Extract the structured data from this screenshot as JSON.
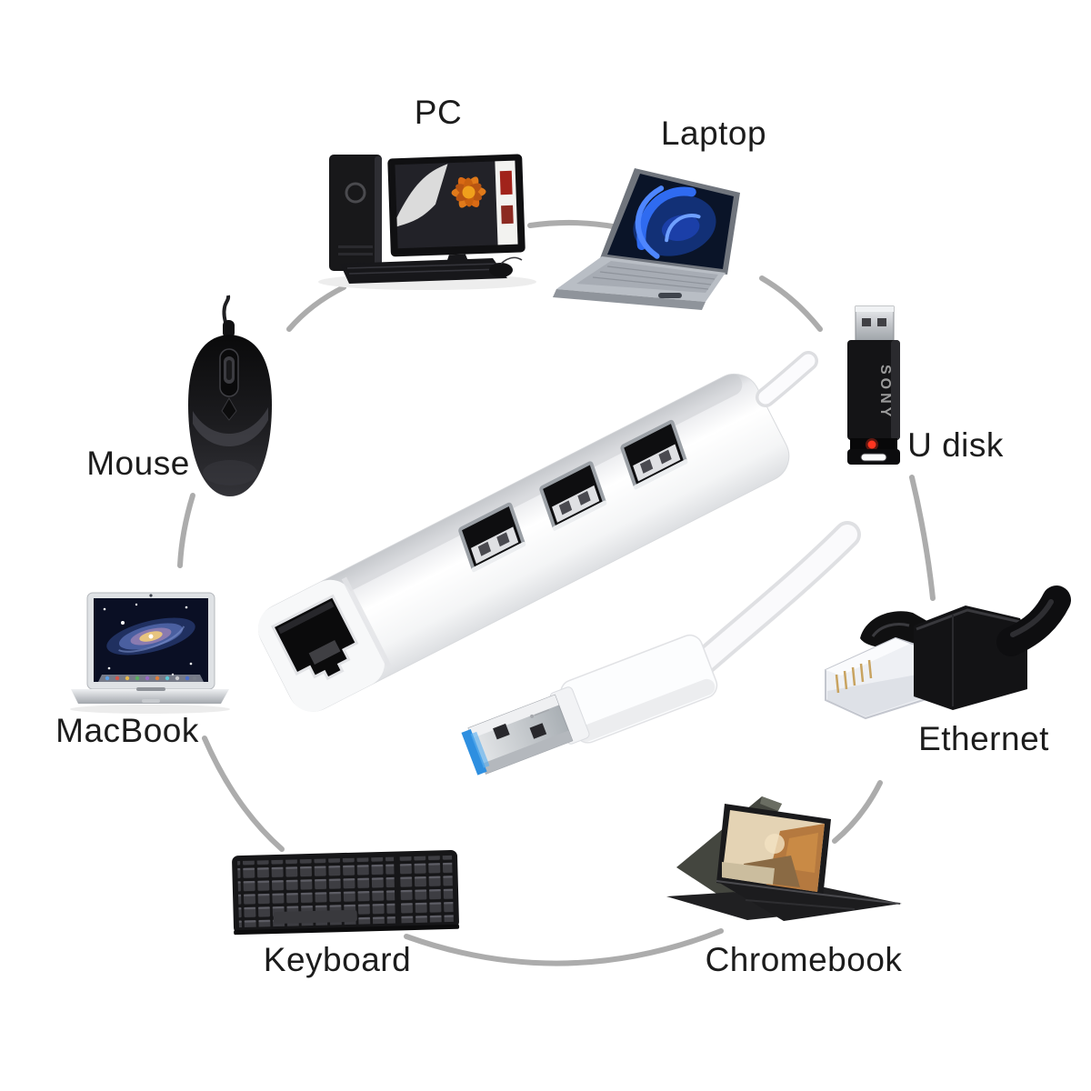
{
  "devices": [
    {
      "id": "pc",
      "label": "PC"
    },
    {
      "id": "laptop",
      "label": "Laptop"
    },
    {
      "id": "udisk",
      "label": "U disk",
      "brand_text": "SONY"
    },
    {
      "id": "ethernet",
      "label": "Ethernet"
    },
    {
      "id": "chromebook",
      "label": "Chromebook"
    },
    {
      "id": "keyboard",
      "label": "Keyboard"
    },
    {
      "id": "macbook",
      "label": "MacBook"
    },
    {
      "id": "mouse",
      "label": "Mouse"
    }
  ],
  "colors": {
    "background": "#ffffff",
    "label_text": "#1c1c1c",
    "arc_gray": "#acacac",
    "hub_white": "#f4f5f6",
    "usb3_blue": "#2e8fe0",
    "led_red": "#ff3520"
  }
}
